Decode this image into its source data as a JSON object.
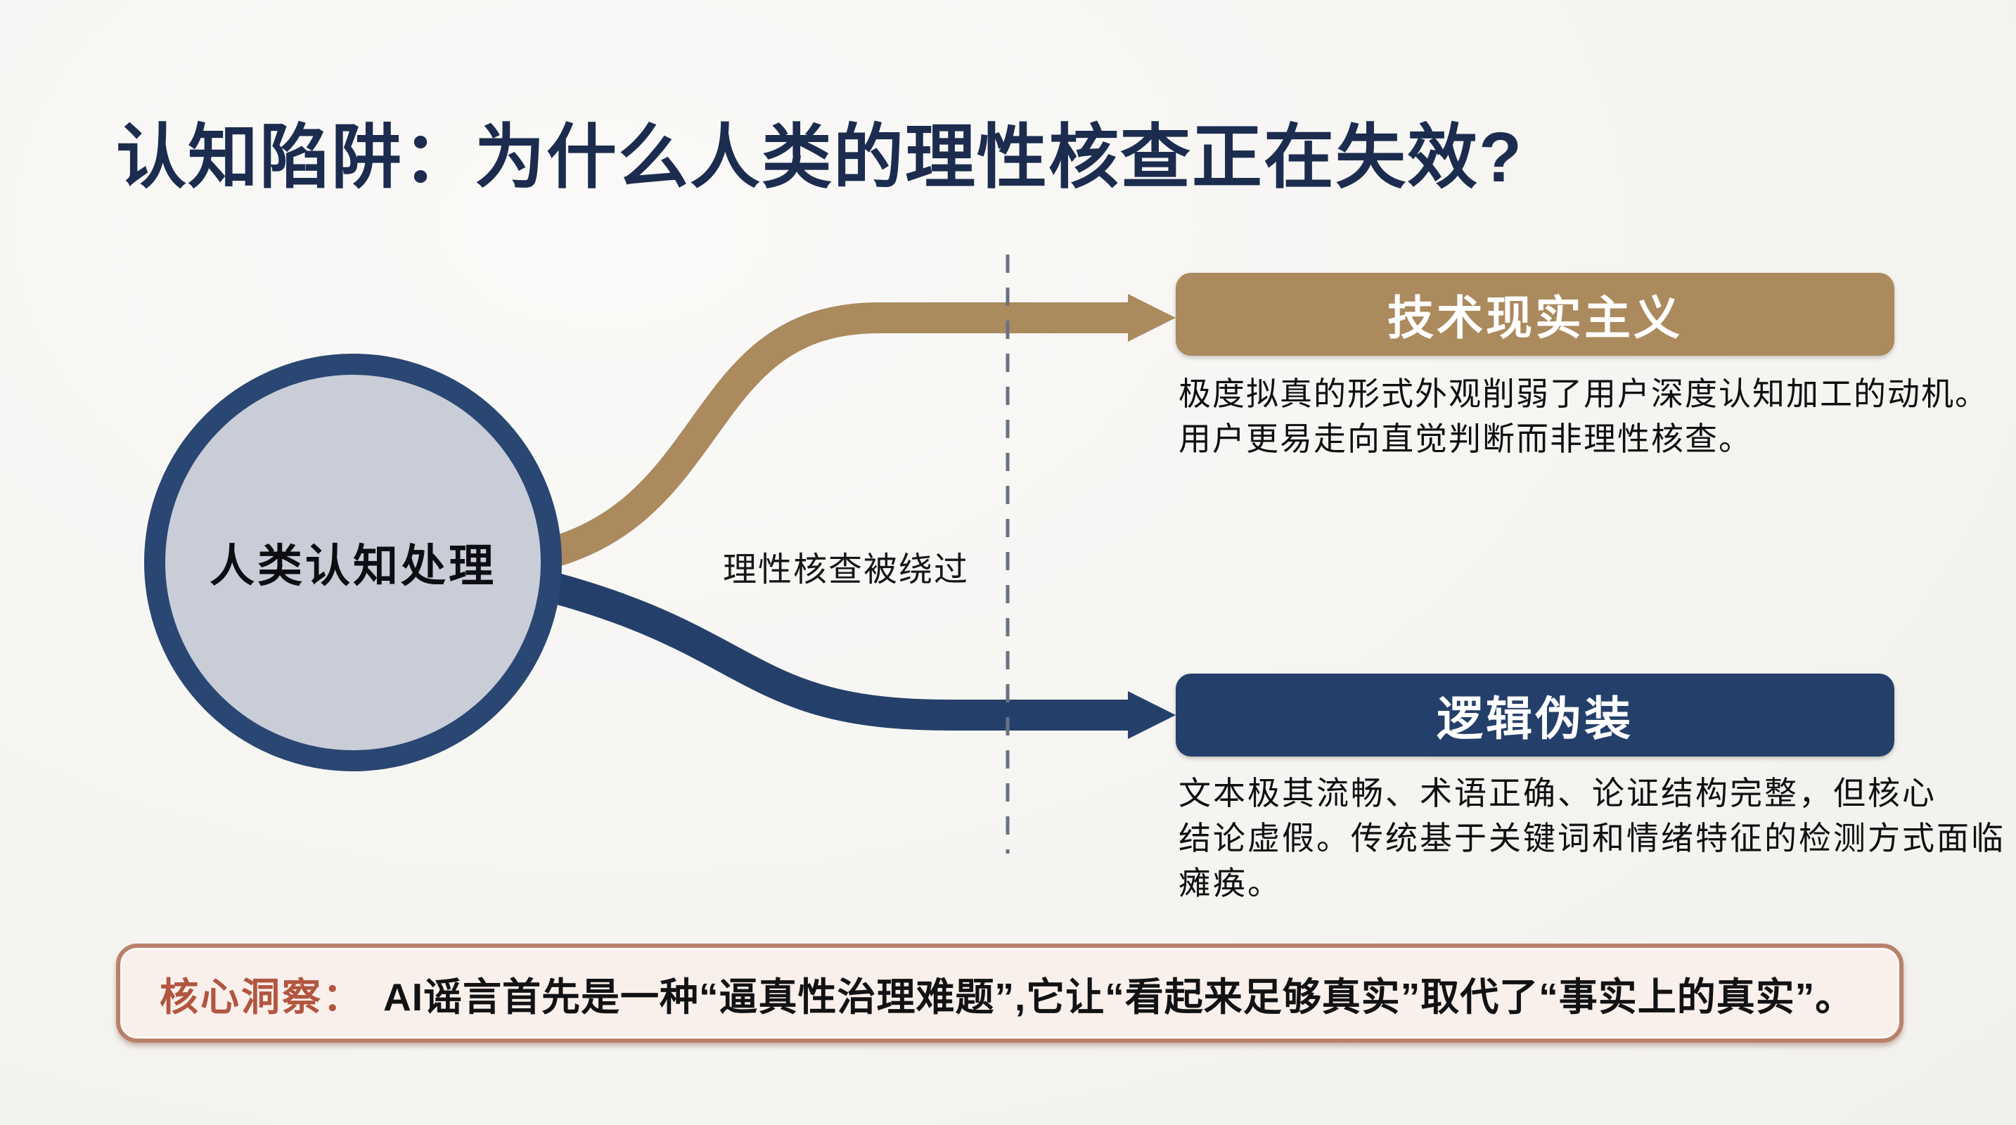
{
  "title": {
    "text": "认知陷阱：为什么人类的理性核查正在失效?"
  },
  "center_node": {
    "label": "人类认知处理"
  },
  "branch_label": {
    "text": "理性核查被绕过"
  },
  "branches": {
    "realism": {
      "title": "技术现实主义",
      "description": "极度拟真的形式外观削弱了用户深度认知加工的动机。\n用户更易走向直觉判断而非理性核查。"
    },
    "logic": {
      "title": "逻辑伪装",
      "description": "文本极其流畅、术语正确、论证结构完整，但核心\n结论虚假。传统基于关键词和情绪特征的检测方式面临\n瘫痪。"
    }
  },
  "insight": {
    "label": "核心洞察：",
    "text": "AI谣言首先是一种“逼真性治理难题”,它让“看起来足够真实”取代了“事实上的真实”。"
  },
  "colors": {
    "background": "#f5f4f0",
    "title_navy": "#1c2c4f",
    "connector_tan": "#ab8a5e",
    "connector_navy": "#24406a",
    "circle_ring": "#2a4672",
    "circle_fill": "#c8cdd8",
    "dashed_divider": "#6a7282",
    "insight_border": "#b9806a",
    "insight_fill": "#f9efeb",
    "insight_label_red": "#b2563f"
  }
}
